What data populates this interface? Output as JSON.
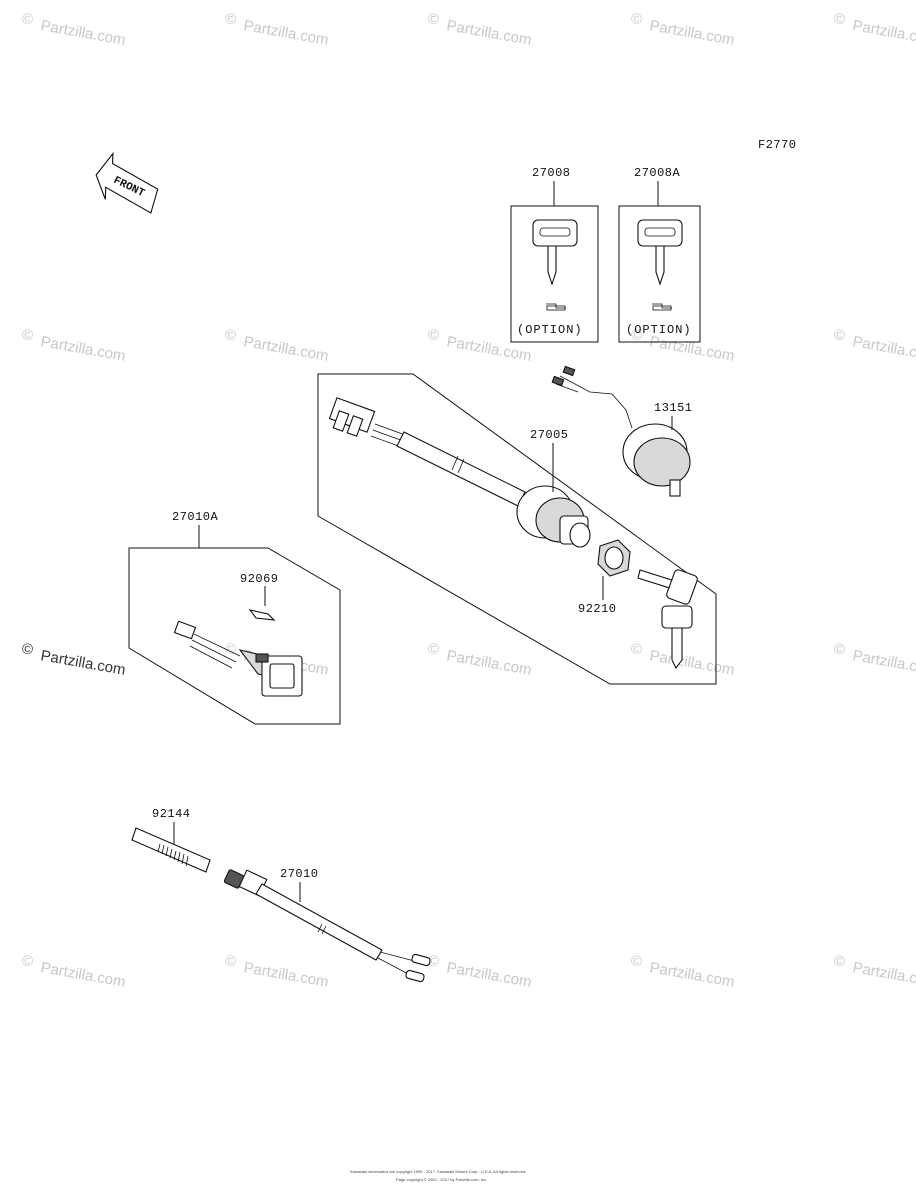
{
  "figure_code": "F2770",
  "front_label": "FRONT",
  "watermark": "Partzilla.com",
  "watermark_symbol": "©",
  "option_label": "(OPTION)",
  "parts": {
    "key_blank": "27008",
    "key_blank_alt": "27008A",
    "ignition_switch": "27005",
    "warning_buzzer": "13151",
    "nut": "92210",
    "lanyard_switch_assy": "27010A",
    "lock_washer": "92069",
    "spring": "92144",
    "stop_switch": "27010"
  },
  "footer": {
    "line1": "Kawasaki schematics are copyright 1995 - 2017, Kawasaki Motors Corp., U.S.A. All rights reserved.",
    "line2": "Page copyright © 2002 - 2017 by Partzilla.com, Inc."
  }
}
